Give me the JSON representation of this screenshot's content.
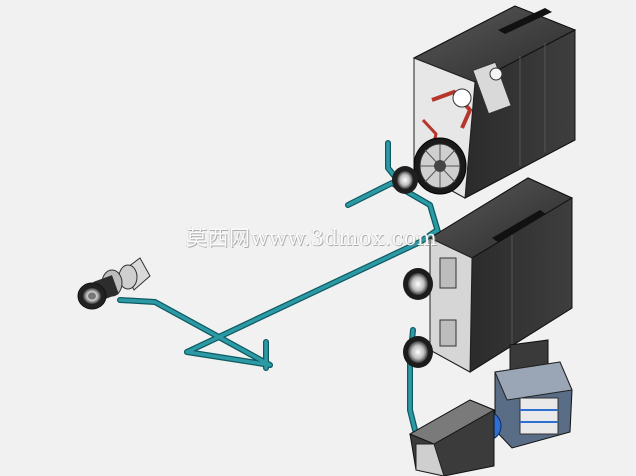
{
  "watermark": {
    "text": "莫西网www.3dmox.com"
  },
  "colors": {
    "background": "#f1f1f1",
    "pipe": "#2c9aa5",
    "pipe_edge": "#0e5a63",
    "housing_light": "#3d3d3d",
    "housing_dark": "#1e1e1e",
    "mechanism_red": "#b5362b",
    "impeller_blue": "#2e6fd1"
  },
  "icons": [
    "pipe-network",
    "housing-unit",
    "fan-impeller",
    "pump-motor",
    "valve-flange",
    "cooling-module"
  ]
}
